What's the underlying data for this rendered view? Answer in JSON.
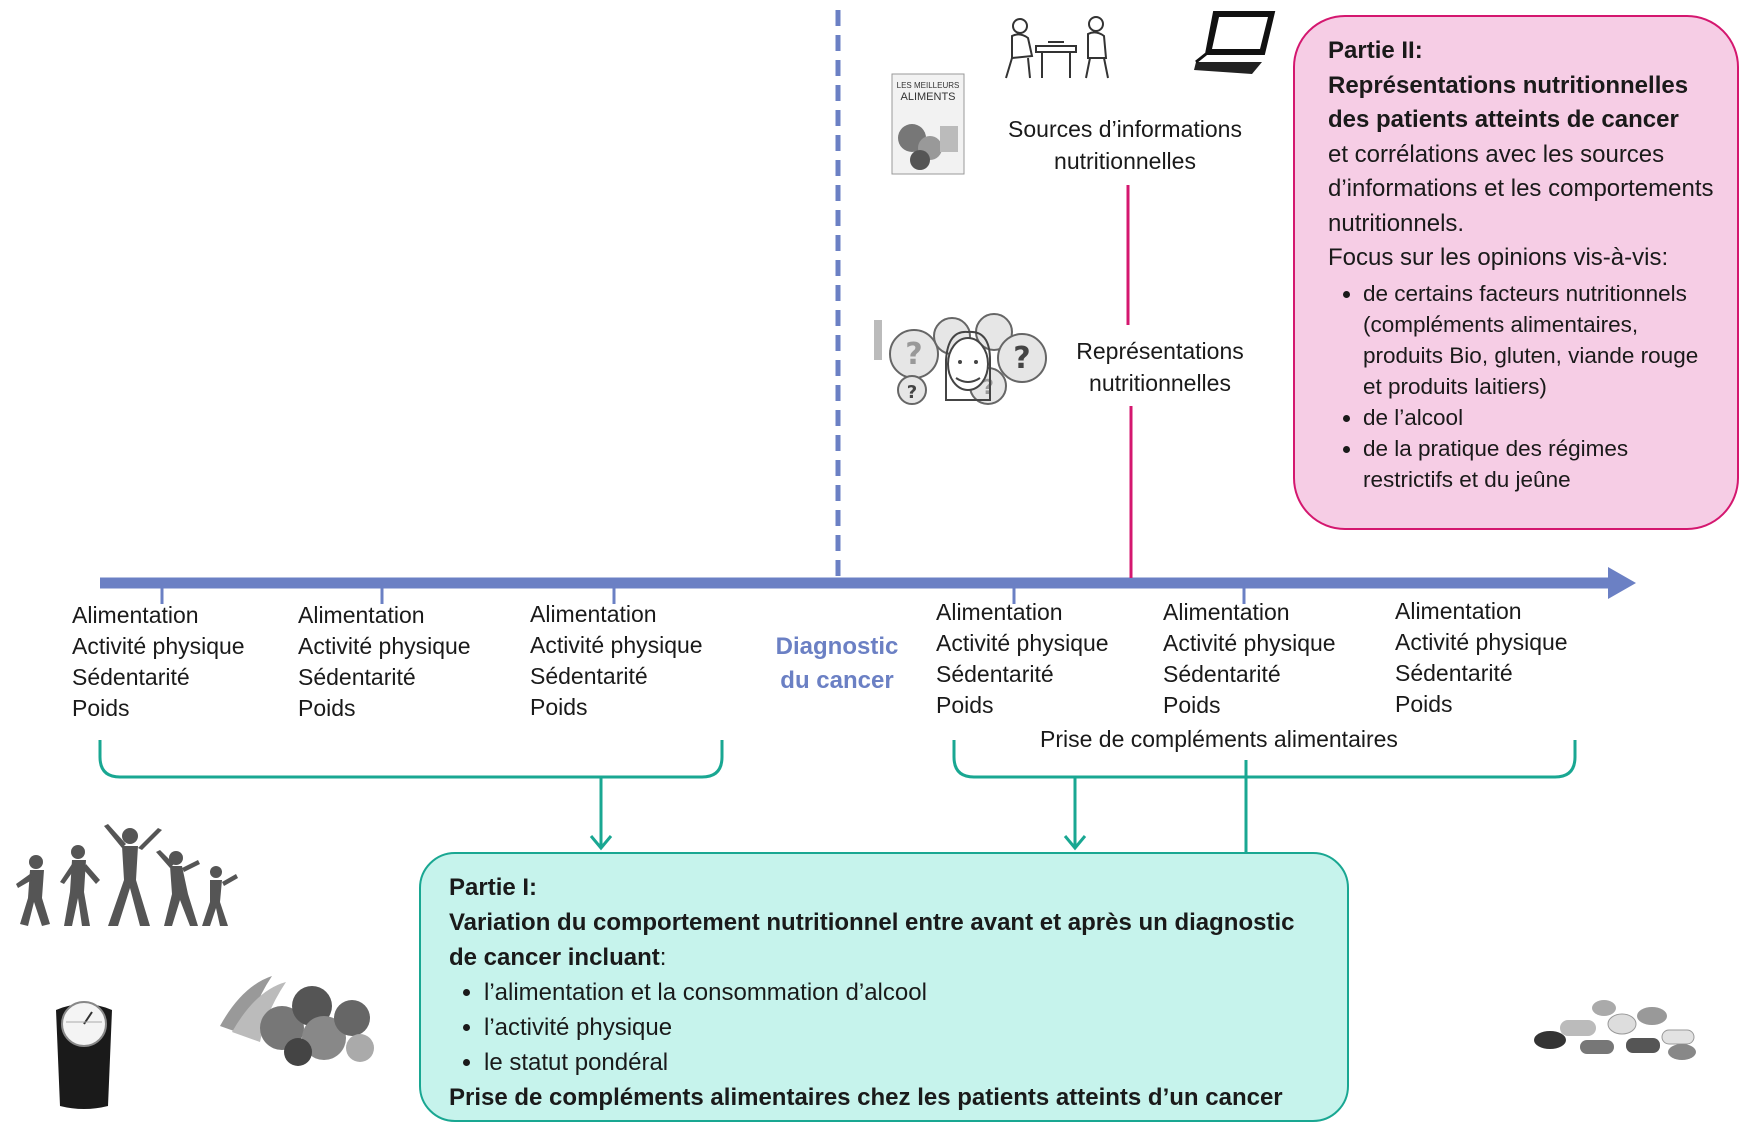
{
  "factor_groups": [
    [
      "Alimentation",
      "Activité physique",
      "Sédentarité",
      "Poids"
    ],
    [
      "Alimentation",
      "Activité physique",
      "Sédentarité",
      "Poids"
    ],
    [
      "Alimentation",
      "Activité physique",
      "Sédentarité",
      "Poids"
    ],
    [
      "Alimentation",
      "Activité physique",
      "Sédentarité",
      "Poids"
    ],
    [
      "Alimentation",
      "Activité physique",
      "Sédentarité",
      "Poids"
    ],
    [
      "Alimentation",
      "Activité physique",
      "Sédentarité",
      "Poids"
    ]
  ],
  "diagnosis": {
    "line1": "Diagnostic",
    "line2": "du cancer"
  },
  "supplements_label": "Prise de compléments alimentaires",
  "sources": {
    "line1": "Sources d’informations",
    "line2": "nutritionnelles"
  },
  "representations": {
    "line1": "Représentations",
    "line2": "nutritionnelles"
  },
  "book_cover": {
    "line1": "LES MEILLEURS",
    "line2": "ALIMENTS"
  },
  "part2": {
    "title": "Partie II:",
    "heading": "Représentations nutritionnelles des patients atteints de cancer",
    "text1": "et corrélations avec les sources d’informations et les comportements nutritionnels.",
    "text2": "Focus sur les opinions vis-à-vis:",
    "bullets": [
      "de certains facteurs nutritionnels (compléments alimentaires, produits Bio, gluten, viande rouge et produits laitiers)",
      "de l’alcool",
      "de la pratique des régimes restrictifs et du jeûne"
    ]
  },
  "part1": {
    "title": "Partie I:",
    "heading": "Variation du comportement nutritionnel entre avant et après un diagnostic de cancer incluant",
    "colon": ":",
    "bullets": [
      "l’alimentation et la consommation d’alcool",
      "l’activité physique",
      "le statut pondéral"
    ],
    "footer": "Prise de compléments alimentaires chez les patients atteints d’un cancer"
  },
  "colors": {
    "timeline": "#6b80c4",
    "part1_fill": "#c6f3ec",
    "part1_border": "#19a792",
    "part2_fill": "#f6cde5",
    "part2_border": "#d4176f"
  }
}
